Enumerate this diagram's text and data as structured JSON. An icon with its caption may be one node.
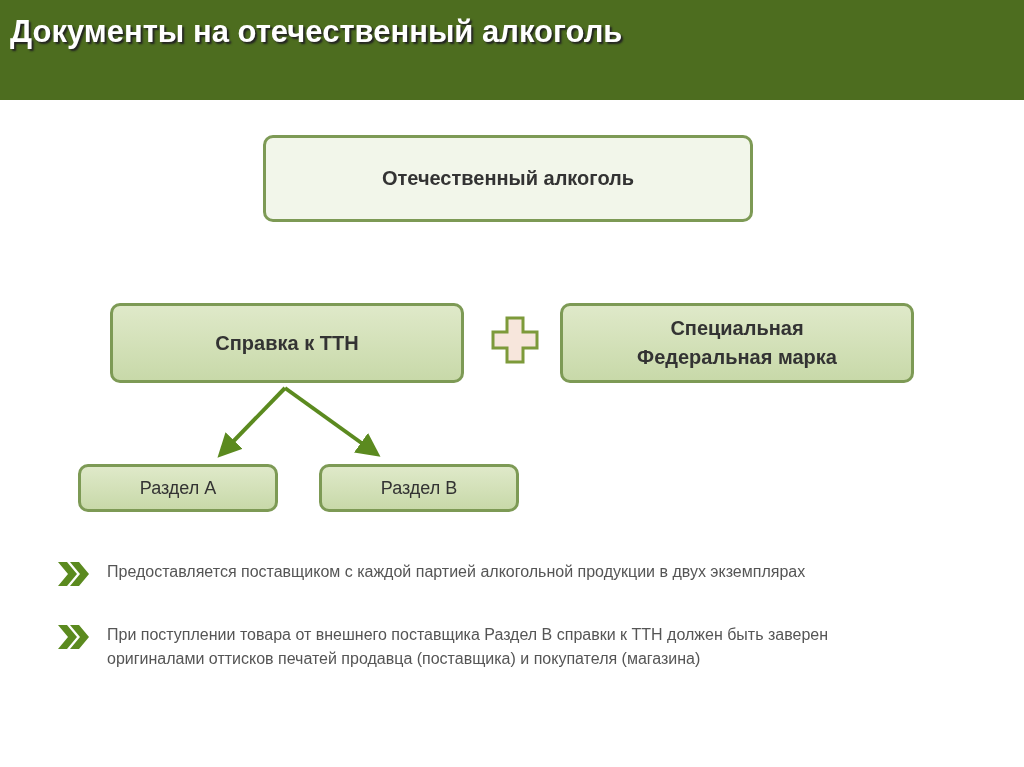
{
  "diagram": {
    "title": "Документы на отечественный алкоголь",
    "nodes": [
      {
        "text": [
          "Отечественный алкоголь"
        ]
      },
      {
        "text": [
          "Справка к ТТН"
        ]
      },
      {
        "text": [
          "Специальная Федеральная марка"
        ]
      },
      {
        "text": [
          "Раздел А"
        ]
      },
      {
        "text": [
          "Раздел В"
        ]
      }
    ],
    "edges": [
      {
        "from": 1,
        "to": 3,
        "arrow": "to"
      },
      {
        "from": 1,
        "to": 4,
        "arrow": "to"
      }
    ],
    "labels": [
      "Предоставляется поставщиком с каждой партией алкогольной продукции в двух экземплярах",
      "При поступлении товара от внешнего поставщика Раздел В справки к ТТН  должен быть заверен оригиналами оттисков печатей продавца (поставщика) и покупателя (магазина)"
    ]
  }
}
